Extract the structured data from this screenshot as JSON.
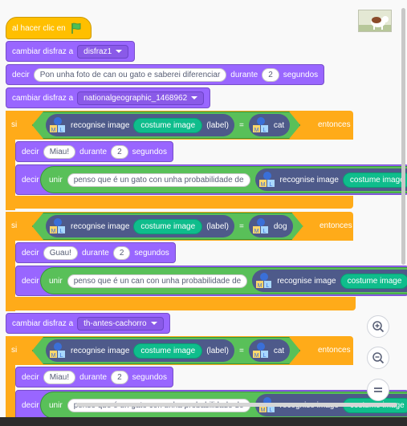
{
  "events": {
    "hat_label": "al hacer clic en"
  },
  "looks": {
    "switch_label": "cambiar disfraz a",
    "costume1": "disfraz1",
    "costume2": "nationalgeographic_1468962",
    "costume3": "th-antes-cachorro",
    "say_label": "decir",
    "say_for_label": "durante",
    "seconds_label": "segundos",
    "say1_text": "Pon unha foto de can ou gato e saberei diferenciar",
    "say1_secs": "2",
    "miau_text": "Miau!",
    "guau_text": "Guau!",
    "short_secs": "2"
  },
  "control": {
    "if_label": "si",
    "then_label": "entonces"
  },
  "ml": {
    "recognise_label": "recognise image",
    "costume_image": "costume image",
    "label_field": "(label)",
    "equals": "=",
    "cat": "cat",
    "dog": "dog"
  },
  "operators": {
    "join_label": "unir",
    "gato_text": "penso que é un gato con unha probabilidade de",
    "can_text": "penso que é un can con unha probabilidade de",
    "paren": "("
  },
  "zoom": {
    "in_icon": "zoom-in-icon",
    "out_icon": "zoom-out-icon",
    "reset_icon": "zoom-reset-icon"
  }
}
